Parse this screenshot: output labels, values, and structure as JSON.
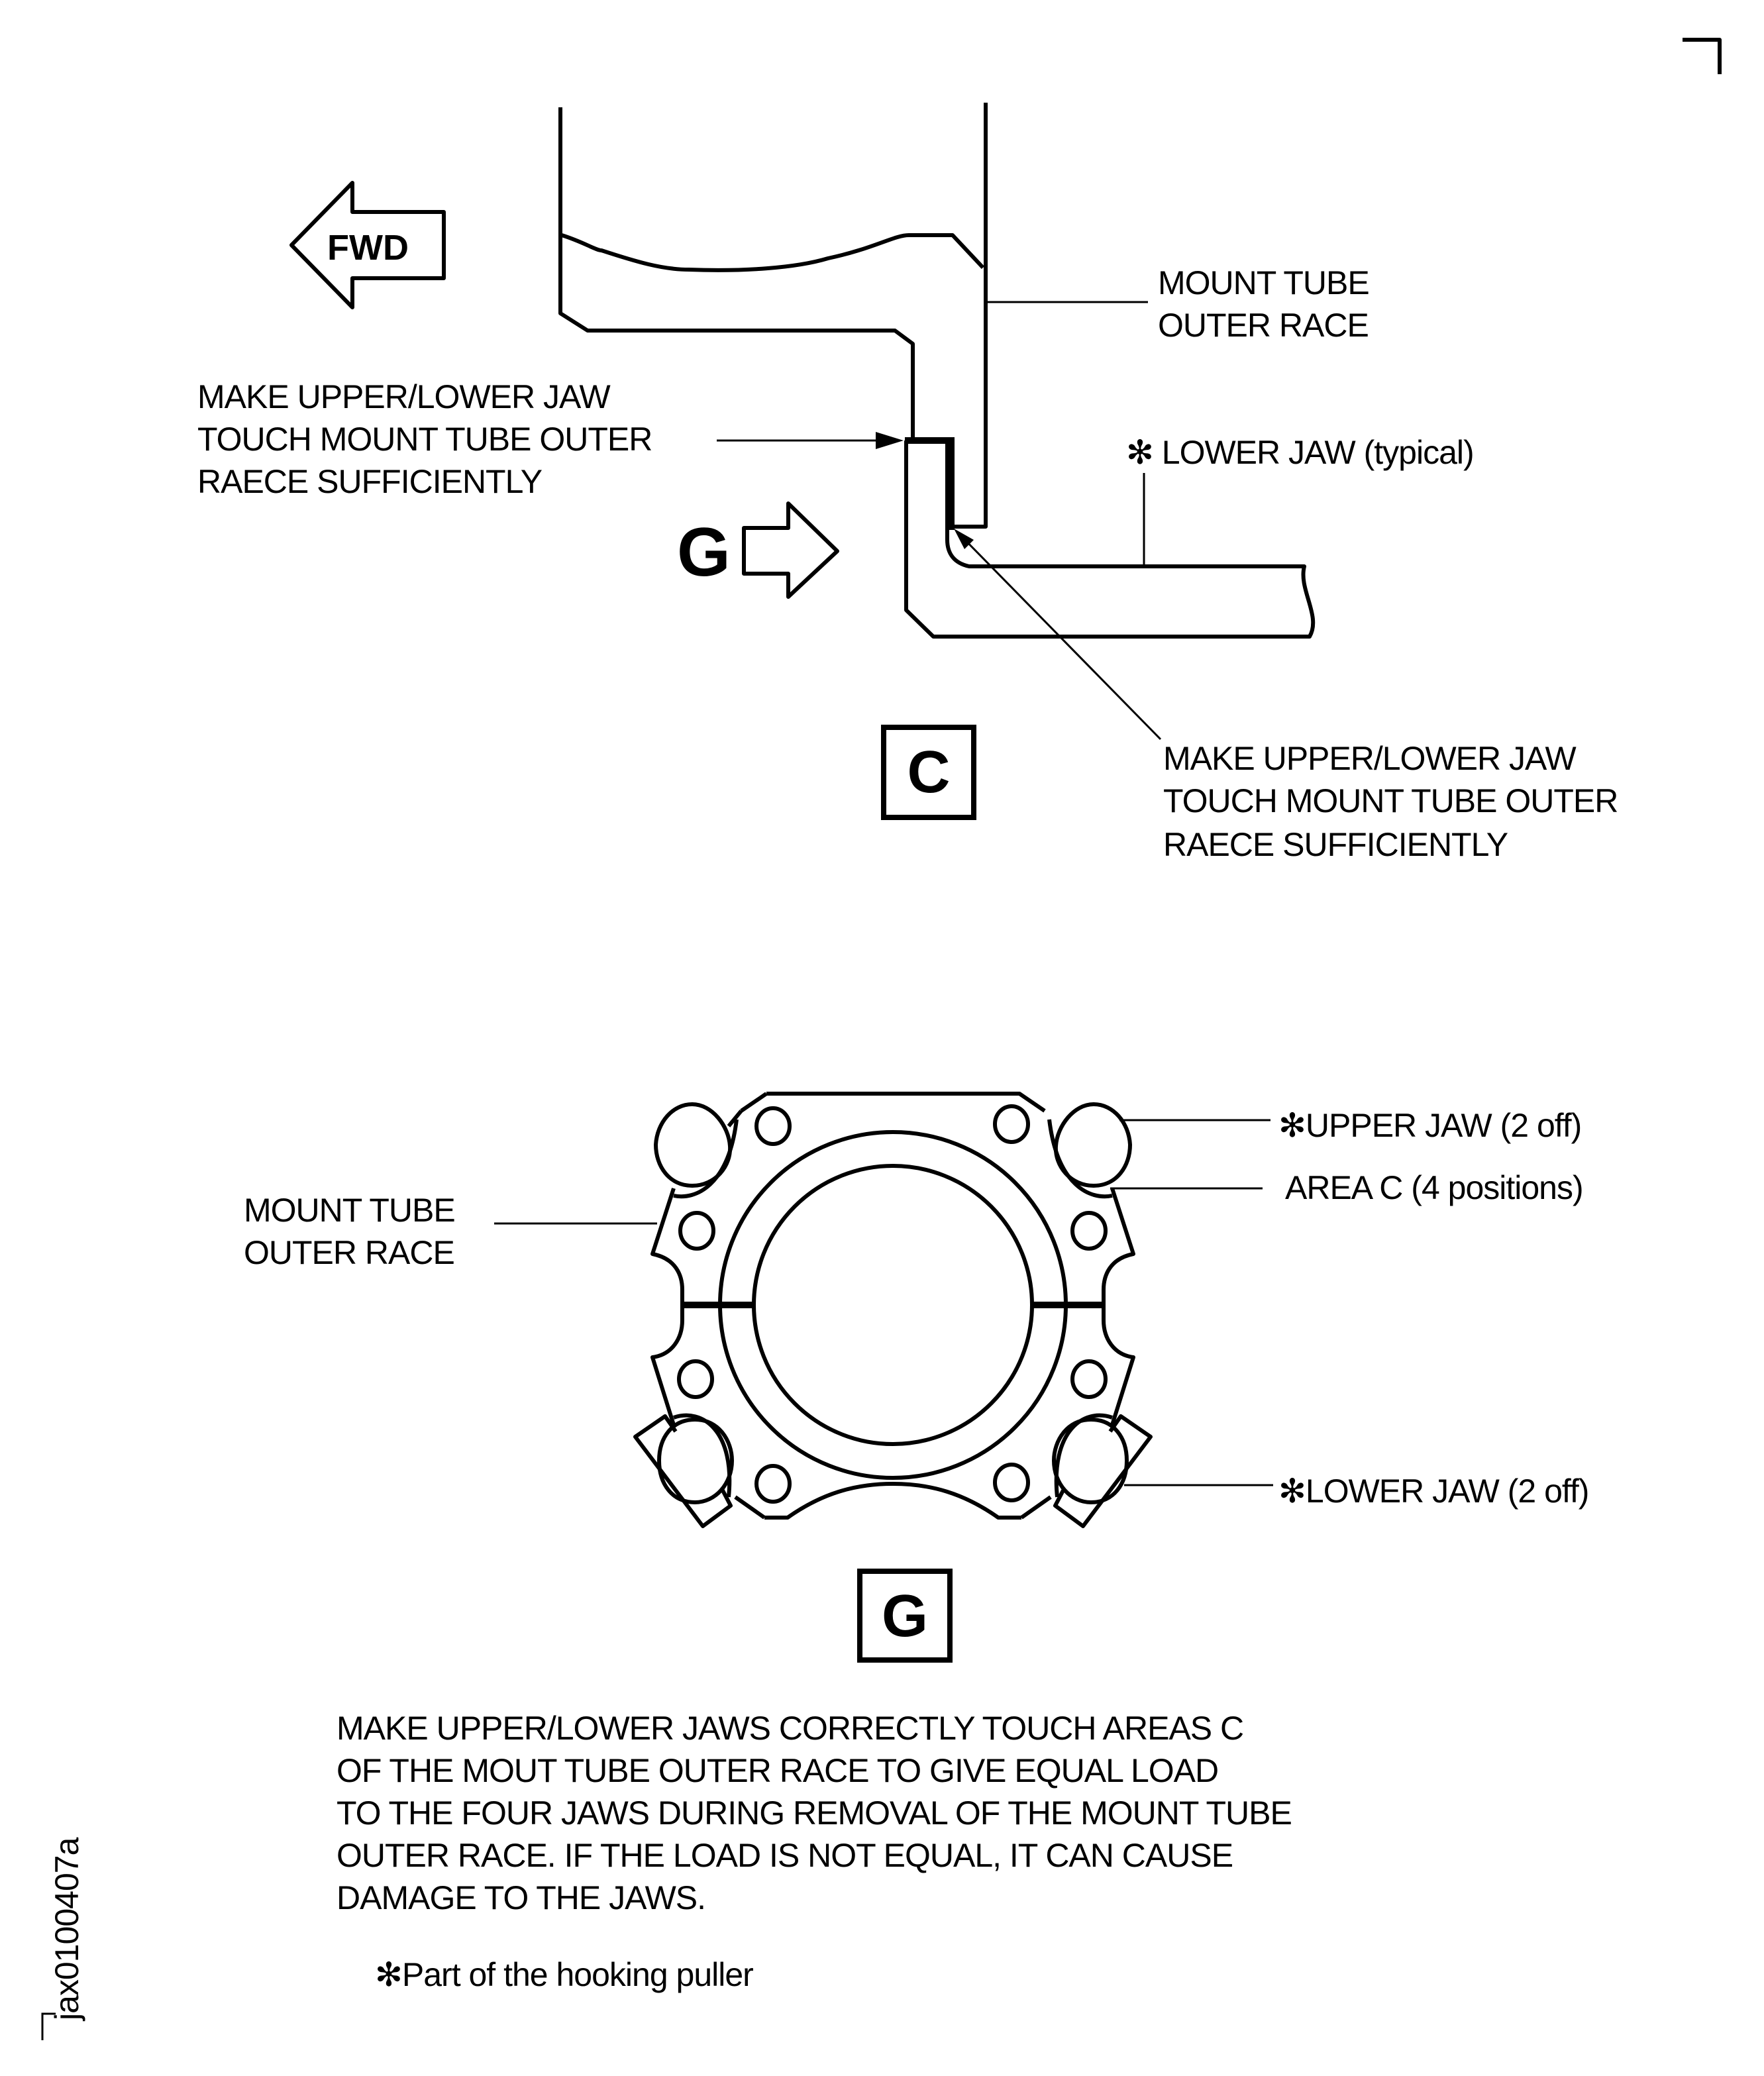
{
  "view_c": {
    "fwd_label": "FWD",
    "view_arrow_label": "G",
    "view_label": "C",
    "mount_tube_label": [
      "MOUNT TUBE",
      "OUTER RACE"
    ],
    "lower_jaw_label": "✻ LOWER JAW (typical)",
    "left_note": [
      "MAKE UPPER/LOWER JAW",
      "TOUCH MOUNT TUBE OUTER",
      "RAECE SUFFICIENTLY"
    ],
    "right_note": [
      "MAKE UPPER/LOWER JAW",
      "TOUCH MOUNT TUBE OUTER",
      "RAECE SUFFICIENTLY"
    ]
  },
  "view_g": {
    "view_label": "G",
    "mount_tube_label": [
      "MOUNT TUBE",
      "OUTER RACE"
    ],
    "upper_jaw_label": "✻UPPER JAW (2 off)",
    "area_c_label": "AREA C (4 positions)",
    "lower_jaw_label": "✻LOWER JAW (2 off)"
  },
  "note": {
    "lines": [
      "MAKE UPPER/LOWER JAWS CORRECTLY TOUCH AREAS C",
      "OF THE MOUT TUBE OUTER RACE TO GIVE EQUAL LOAD",
      "TO THE FOUR JAWS DURING REMOVAL OF  THE MOUNT TUBE",
      "OUTER RACE.  IF THE LOAD IS NOT EQUAL, IT CAN CAUSE",
      "DAMAGE TO THE JAWS."
    ],
    "footnote": "✻Part of the hooking puller"
  },
  "figure_id": "jax0100407a"
}
